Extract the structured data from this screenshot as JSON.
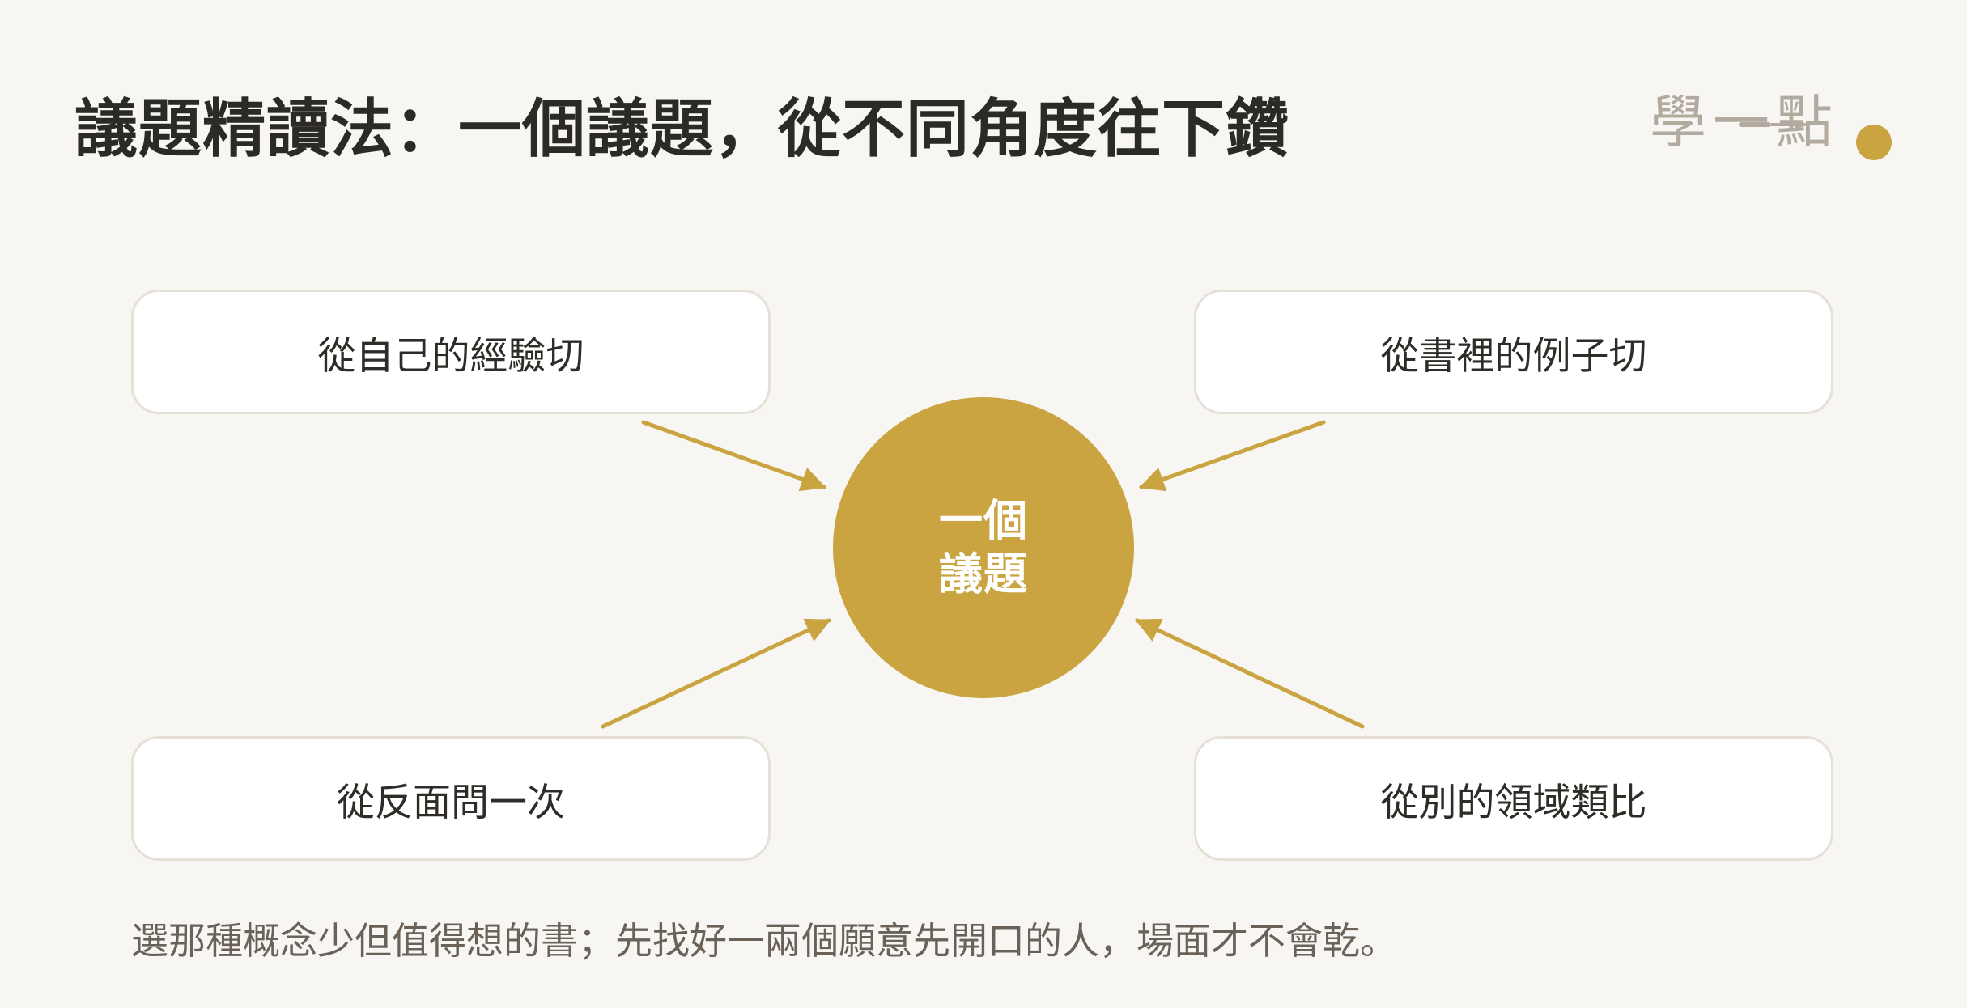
{
  "page": {
    "title": "議題精讀法：一個議題，從不同角度往下鑽",
    "logo_text": "學一點",
    "footer_note": "選那種概念少但值得想的書；先找好一兩個願意先開口的人，場面才不會乾。"
  },
  "diagram": {
    "center_line_1": "一個",
    "center_line_2": "議題",
    "boxes": {
      "top_left": "從自己的經驗切",
      "top_right": "從書裡的例子切",
      "bottom_left": "從反面問一次",
      "bottom_right": "從別的領域類比"
    }
  },
  "colors": {
    "accent": "#c9a440",
    "background": "#f8f6f2",
    "box_border": "#e6e1d8",
    "text_dark": "#2f2c28",
    "text_muted": "#6a6258"
  },
  "icons": {
    "logo": "book-pen-dot-logo"
  }
}
